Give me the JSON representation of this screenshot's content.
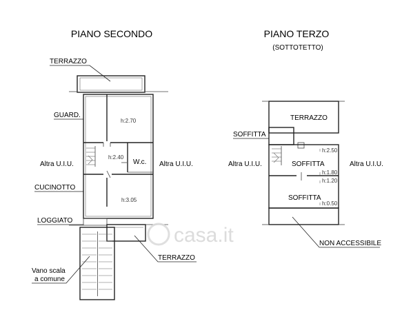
{
  "titles": {
    "second_floor": "PIANO SECONDO",
    "third_floor": "PIANO TERZO",
    "third_floor_sub": "(SOTTOTETTO)"
  },
  "second_floor": {
    "terrazzo_top": "TERRAZZO",
    "guard": "GUARD.",
    "cucinotto": "CUCINOTTO",
    "loggiato": "LOGGIATO",
    "vano_scala_1": "Vano scala",
    "vano_scala_2": "a comune",
    "terrazzo_bottom": "TERRAZZO",
    "altra_left": "Altra U.I.U.",
    "altra_right": "Altra U.I.U.",
    "wc": "W.c.",
    "h_270": "h:2.70",
    "h_240": "h:2.40",
    "h_305": "h:3.05"
  },
  "third_floor": {
    "terrazzo": "TERRAZZO",
    "soffitta_label": "SOFFITTA",
    "soffitta_mid": "SOFFITTA",
    "soffitta_low": "SOFFITTA",
    "non_accessibile": "NON ACCESSIBILE",
    "altra_left": "Altra U.I.U.",
    "altra_right": "Altra U.I.U.",
    "h_250": "h:2.50",
    "h_180": "h:1.80",
    "h_120": "h:1.20",
    "h_050": "h:0.50"
  },
  "watermark": "casa.it"
}
